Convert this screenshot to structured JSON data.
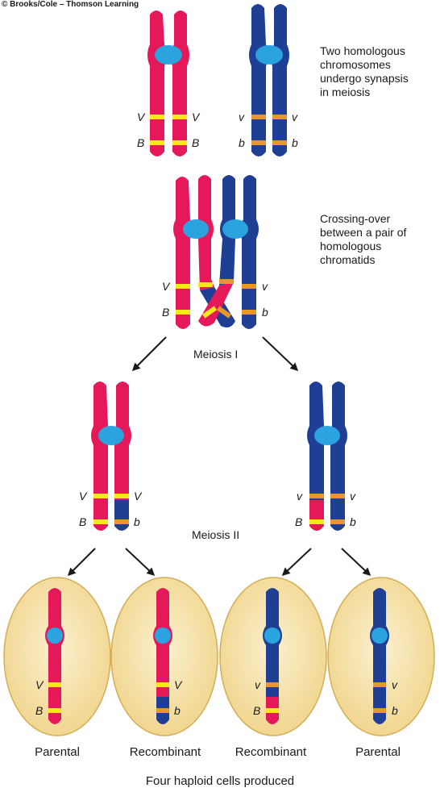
{
  "copyright": "© Brooks/Cole – Thomson Learning",
  "descriptions": {
    "synapsis": "Two homologous\nchromosomes\nundergo synapsis\nin meiosis",
    "crossing_over": "Crossing-over\nbetween a pair of\nhomologous\nchromatids"
  },
  "stages": {
    "meiosis_1": "Meiosis I",
    "meiosis_2": "Meiosis II"
  },
  "alleles": {
    "dominant_v": "V",
    "recessive_v": "v",
    "dominant_b": "B",
    "recessive_b": "b"
  },
  "cells": [
    {
      "label": "Parental"
    },
    {
      "label": "Recombinant"
    },
    {
      "label": "Recombinant"
    },
    {
      "label": "Parental"
    }
  ],
  "footer": "Four haploid cells produced",
  "colors": {
    "maternal_chromosome": "#e5195a",
    "paternal_chromosome": "#1f3f95",
    "centromere": "#2aa3de",
    "allele_v_dominant": "#f7e81a",
    "allele_recessive": "#e8952b",
    "cell_fill": "#f5e3a8",
    "cell_edge": "#d4ad55",
    "arrow": "#1a1a1a"
  }
}
